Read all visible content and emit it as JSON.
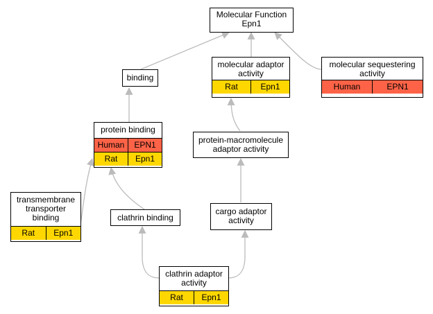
{
  "colors": {
    "rat": "#FFD700",
    "human": "#FF6347",
    "edge": "#BBBBBB"
  },
  "nodes": {
    "molecular_function": {
      "title": "Molecular Function\nEpn1"
    },
    "binding": {
      "title": "binding"
    },
    "molecular_adaptor_activity": {
      "title": "molecular adaptor\nactivity",
      "species": "Rat",
      "gene": "Epn1"
    },
    "molecular_sequestering_activity": {
      "title": "molecular sequestering\nactivity",
      "species": "Human",
      "gene": "EPN1"
    },
    "protein_binding": {
      "title": "protein binding",
      "human_species": "Human",
      "human_gene": "EPN1",
      "rat_species": "Rat",
      "rat_gene": "Epn1"
    },
    "protein_macromolecule_adaptor_activity": {
      "title": "protein-macromolecule\nadaptor activity"
    },
    "transmembrane_transporter_binding": {
      "title": "transmembrane\ntransporter\nbinding",
      "species": "Rat",
      "gene": "Epn1"
    },
    "clathrin_binding": {
      "title": "clathrin binding"
    },
    "cargo_adaptor_activity": {
      "title": "cargo adaptor\nactivity"
    },
    "clathrin_adaptor_activity": {
      "title": "clathrin adaptor\nactivity",
      "species": "Rat",
      "gene": "Epn1"
    }
  }
}
